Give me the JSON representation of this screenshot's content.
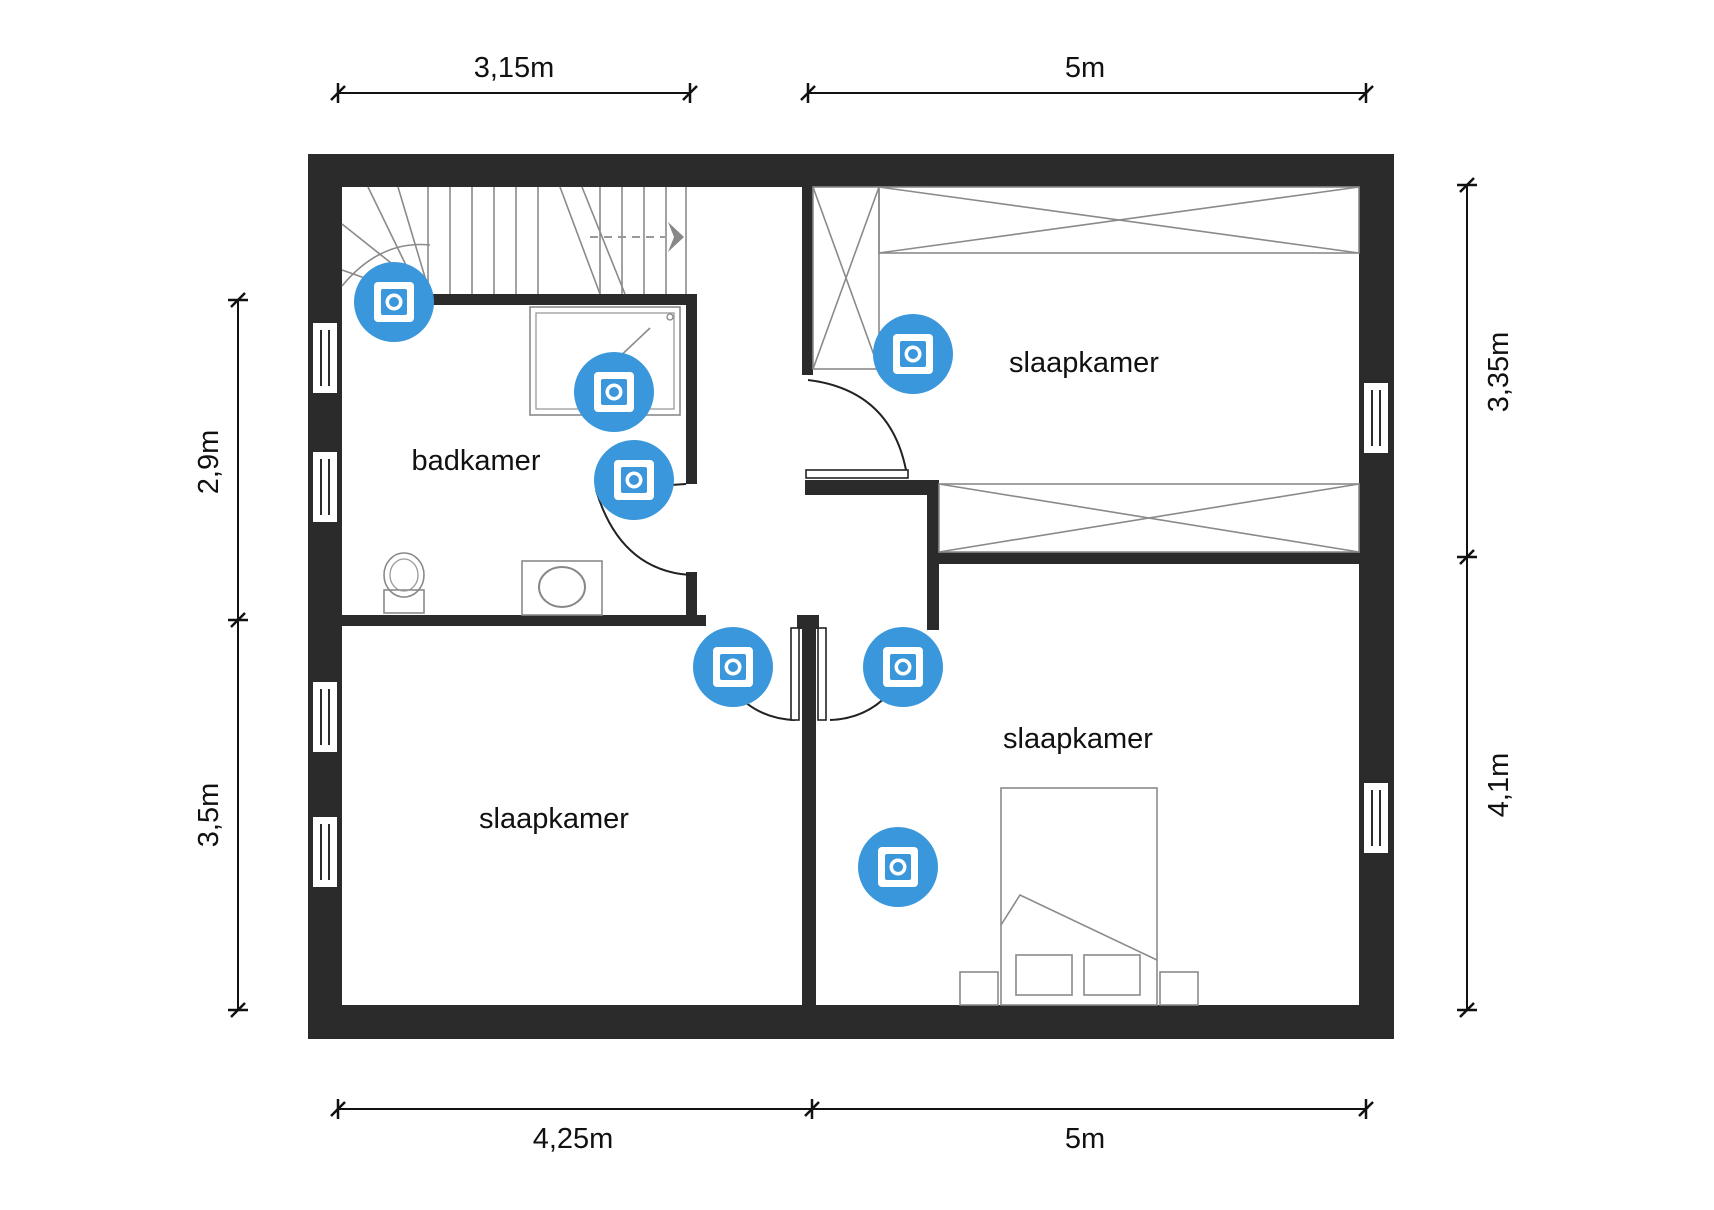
{
  "rooms": [
    {
      "name": "badkamer"
    },
    {
      "name": "slaapkamer"
    },
    {
      "name": "slaapkamer"
    },
    {
      "name": "slaapkamer"
    }
  ],
  "dimensions": {
    "top_left": "3,15m",
    "top_right": "5m",
    "bottom_left": "4,25m",
    "bottom_right": "5m",
    "left_upper": "2,9m",
    "left_lower": "3,5m",
    "right_upper": "3,35m",
    "right_lower": "4,1m"
  },
  "colors": {
    "wall": "#2b2b2b",
    "viewpoint_marker": "#3a97db",
    "background": "#ffffff"
  },
  "viewpoint_icon": "camera-viewpoint-icon"
}
